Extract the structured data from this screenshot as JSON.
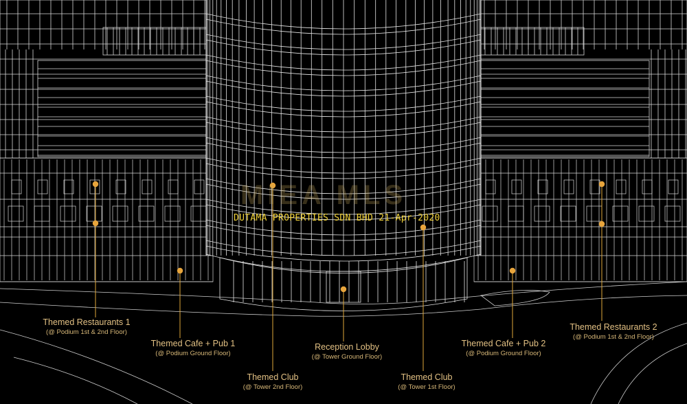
{
  "labels": {
    "restaurants_1": {
      "title": "Themed Restaurants 1",
      "sub": "(@ Podium 1st & 2nd Floor)"
    },
    "cafe_pub_1": {
      "title": "Themed Cafe + Pub 1",
      "sub": "(@ Podium Ground Floor)"
    },
    "club_2nd": {
      "title": "Themed Club",
      "sub": "(@ Tower 2nd Floor)"
    },
    "reception": {
      "title": "Reception Lobby",
      "sub": "(@ Tower Ground Floor)"
    },
    "club_1st": {
      "title": "Themed Club",
      "sub": "(@ Tower 1st Floor)"
    },
    "cafe_pub_2": {
      "title": "Themed Cafe + Pub 2",
      "sub": "(@ Podium Ground Floor)"
    },
    "restaurants_2": {
      "title": "Themed Restaurants 2",
      "sub": "(@ Podium 1st & 2nd Floor)"
    }
  },
  "watermark": {
    "logo": "MIEA MLS",
    "text": "DUTAMA PROPERTIES SDN BHD 21-Apr-2020"
  },
  "colors": {
    "background": "#000000",
    "line_art": "#e6e6e6",
    "accent": "#e0a83a",
    "label_text": "#e3c184"
  }
}
